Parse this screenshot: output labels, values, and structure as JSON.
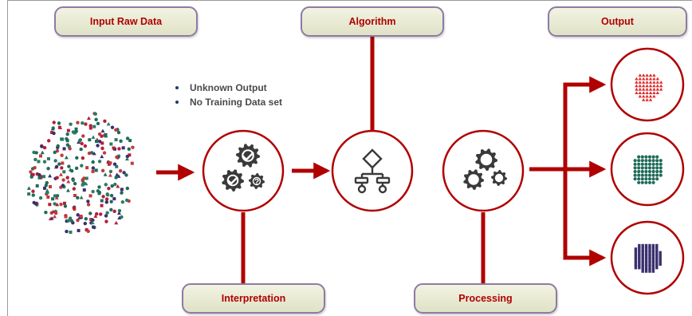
{
  "labels": {
    "input_raw_data": "Input Raw Data",
    "algorithm": "Algorithm",
    "output": "Output",
    "interpretation": "Interpretation",
    "processing": "Processing"
  },
  "notes": [
    "Unknown Output",
    "No Training Data set"
  ],
  "icons": {
    "interpretation": "gears-check-question-icon",
    "algorithm": "flowchart-icon",
    "processing": "gears-icon",
    "output_1": "red-triangle-cluster-icon",
    "output_2": "green-dot-cluster-icon",
    "output_3": "purple-square-cluster-icon",
    "input": "scattered-data-points-icon"
  },
  "colors": {
    "accent_red": "#b00000",
    "pill_border": "#8e7aa4",
    "pill_fill": "#e8eacf",
    "cluster_red": "#e02a2a",
    "cluster_green": "#1f6b5a",
    "cluster_purple": "#3a2f6e"
  }
}
